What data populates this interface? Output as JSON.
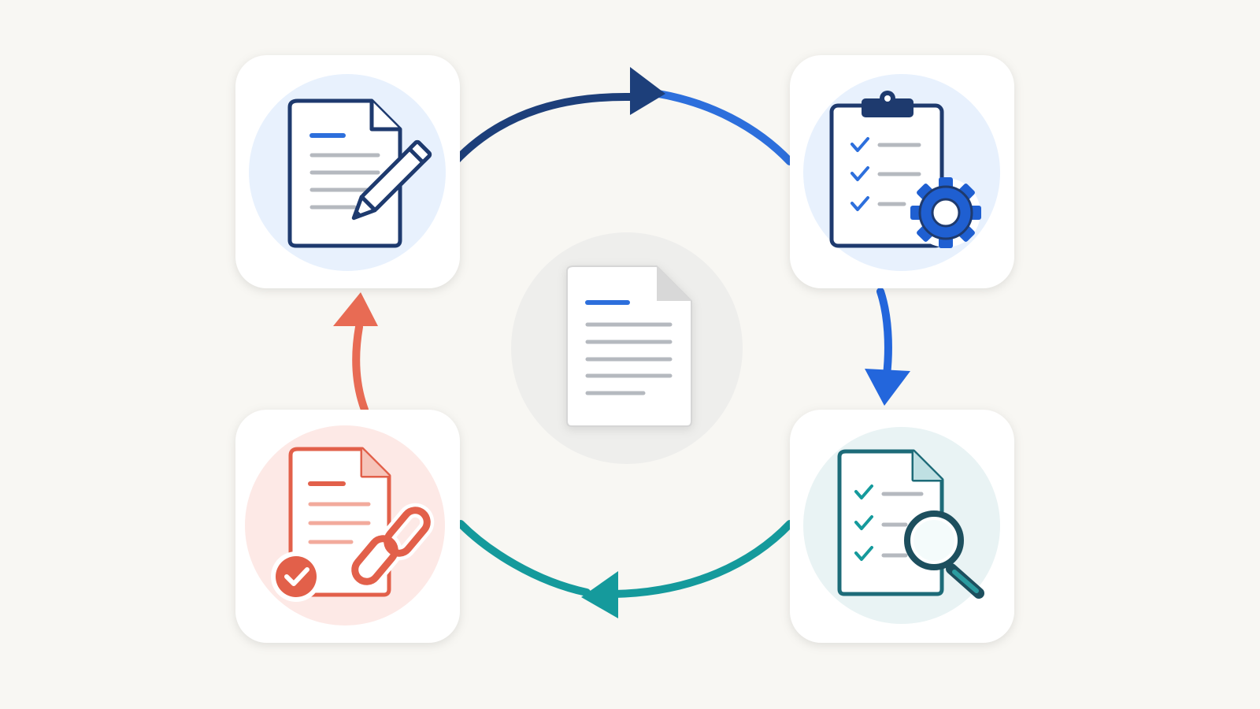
{
  "diagram": {
    "type": "cycle",
    "center": {
      "icon": "document-icon"
    },
    "steps": [
      {
        "id": "step-1",
        "icon": "document-edit-icon",
        "accent": "#1e3a6e",
        "halo": "#e8f1fd"
      },
      {
        "id": "step-2",
        "icon": "clipboard-settings-icon",
        "accent": "#1f5fd1",
        "halo": "#e8f1fd"
      },
      {
        "id": "step-3",
        "icon": "document-review-icon",
        "accent": "#1d6b78",
        "halo": "#e9f3f4"
      },
      {
        "id": "step-4",
        "icon": "document-link-approved-icon",
        "accent": "#e2604a",
        "halo": "#fde9e6"
      }
    ],
    "connectors": [
      {
        "from": "step-1",
        "to": "step-2",
        "color": "#1d3f7a",
        "color_end": "#2d6fdc"
      },
      {
        "from": "step-2",
        "to": "step-3",
        "color": "#2366dc"
      },
      {
        "from": "step-3",
        "to": "step-4",
        "color": "#159a9c"
      },
      {
        "from": "step-4",
        "to": "step-1",
        "color": "#e86b54"
      }
    ]
  }
}
